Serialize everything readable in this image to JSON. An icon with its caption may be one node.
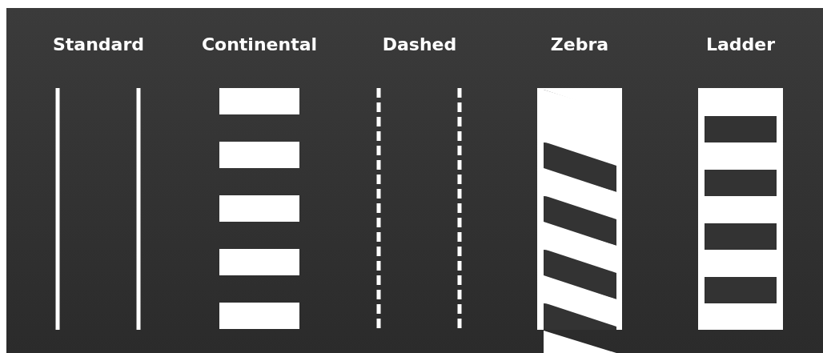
{
  "diagram": {
    "labels": [
      "Standard",
      "Continental",
      "Dashed",
      "Zebra",
      "Ladder"
    ]
  }
}
